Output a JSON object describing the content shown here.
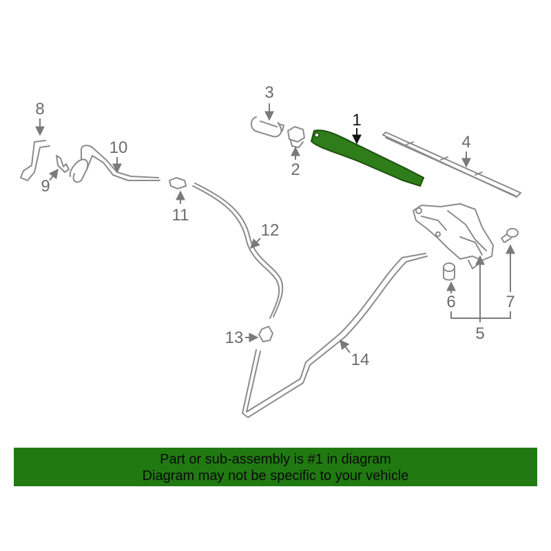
{
  "diagram": {
    "callouts": {
      "c1": "1",
      "c2": "2",
      "c3": "3",
      "c4": "4",
      "c5": "5",
      "c6": "6",
      "c7": "7",
      "c8": "8",
      "c9": "9",
      "c10": "10",
      "c11": "11",
      "c12": "12",
      "c13": "13",
      "c14": "14"
    },
    "colors": {
      "highlight_part": "#2e7d1a",
      "line_art": "#8a8a8a",
      "banner": "#207a11"
    }
  },
  "banner": {
    "line1": "Part or sub-assembly is #1 in diagram",
    "line2": "Diagram may not be specific to your vehicle"
  }
}
